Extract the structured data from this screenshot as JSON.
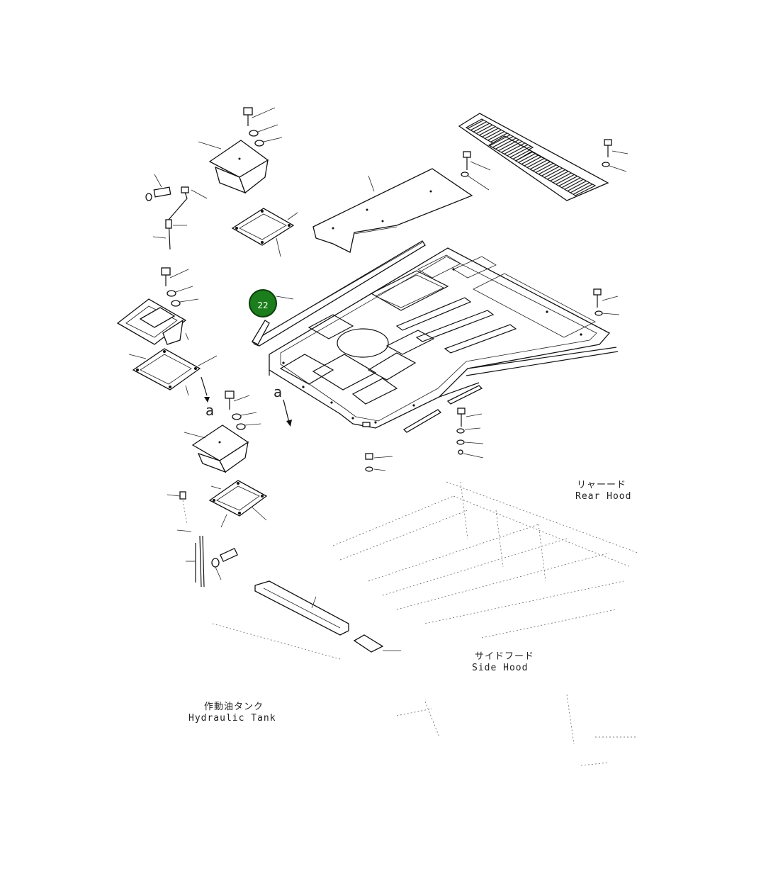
{
  "callout": {
    "number": "22",
    "color": "#1b7d1b"
  },
  "view_markers": {
    "left": "a",
    "right": "a"
  },
  "labels": {
    "rear_hood_jp": "リャーード",
    "rear_hood_en": "Rear Hood",
    "side_hood_jp": "サイドフード",
    "side_hood_en": "Side Hood",
    "hydraulic_tank_jp": "作動油タンク",
    "hydraulic_tank_en": "Hydraulic Tank"
  }
}
